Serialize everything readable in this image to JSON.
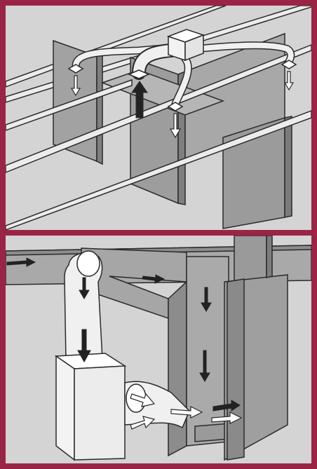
{
  "colors": {
    "frame": "#9a2444",
    "panel_background": "#d4d4d4",
    "wall": "#9b9b9b",
    "wall_edge": "#7a7a7a",
    "beam_fill": "#ececec",
    "outline": "#2a2a2a",
    "duct_fill": "#f0f0f0",
    "arrow_supply_fill": "#ffffff",
    "arrow_dark_fill": "#222222",
    "joist_fill": "#a9a9a9"
  },
  "panels": [
    {
      "id": "top",
      "depicts": "ceiling-mounted-hvac-unit-with-branch-ducts-and-diffusers",
      "icons": [
        "unit-box-icon",
        "diffuser-icon",
        "supply-air-arrow-icon",
        "return-air-arrow-icon"
      ]
    },
    {
      "id": "bottom",
      "depicts": "floor-furnace-with-return-duct-and-supply-plenum-through-walls",
      "icons": [
        "furnace-box-icon",
        "duct-elbow-icon",
        "return-air-arrow-icon",
        "supply-air-arrow-icon"
      ]
    }
  ]
}
